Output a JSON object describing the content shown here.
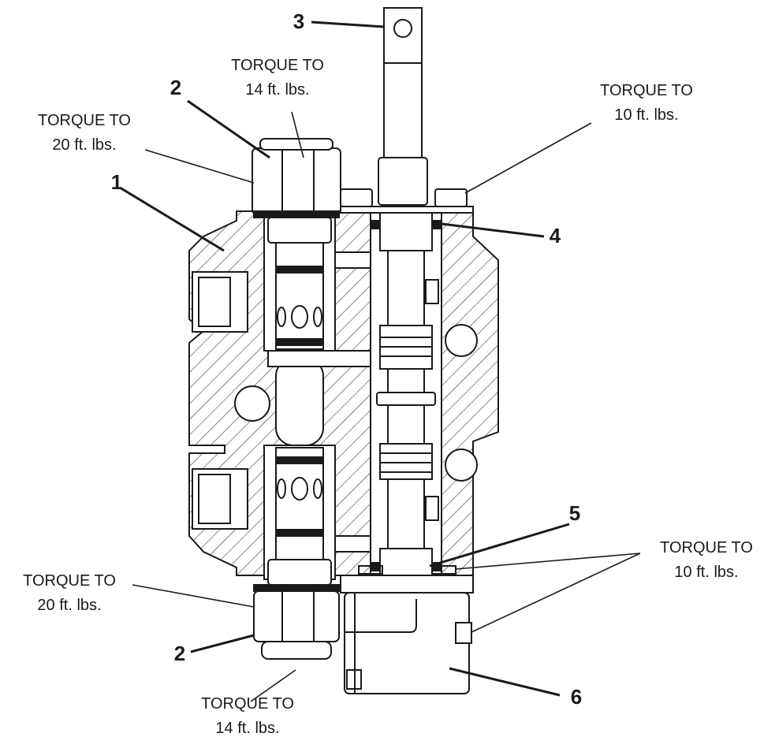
{
  "torque_labels": [
    {
      "line1": "TORQUE TO",
      "line2": "14 ft. lbs."
    },
    {
      "line1": "TORQUE TO",
      "line2": "20 ft. lbs."
    },
    {
      "line1": "TORQUE TO",
      "line2": "10 ft. lbs."
    },
    {
      "line1": "TORQUE TO",
      "line2": "10 ft. lbs."
    },
    {
      "line1": "TORQUE TO",
      "line2": "20 ft. lbs."
    },
    {
      "line1": "TORQUE TO",
      "line2": "14 ft. lbs."
    }
  ],
  "callouts": [
    "1",
    "2",
    "2",
    "3",
    "4",
    "5",
    "6"
  ],
  "colors": {
    "ink": "#1a1a1a",
    "background": "#ffffff"
  }
}
